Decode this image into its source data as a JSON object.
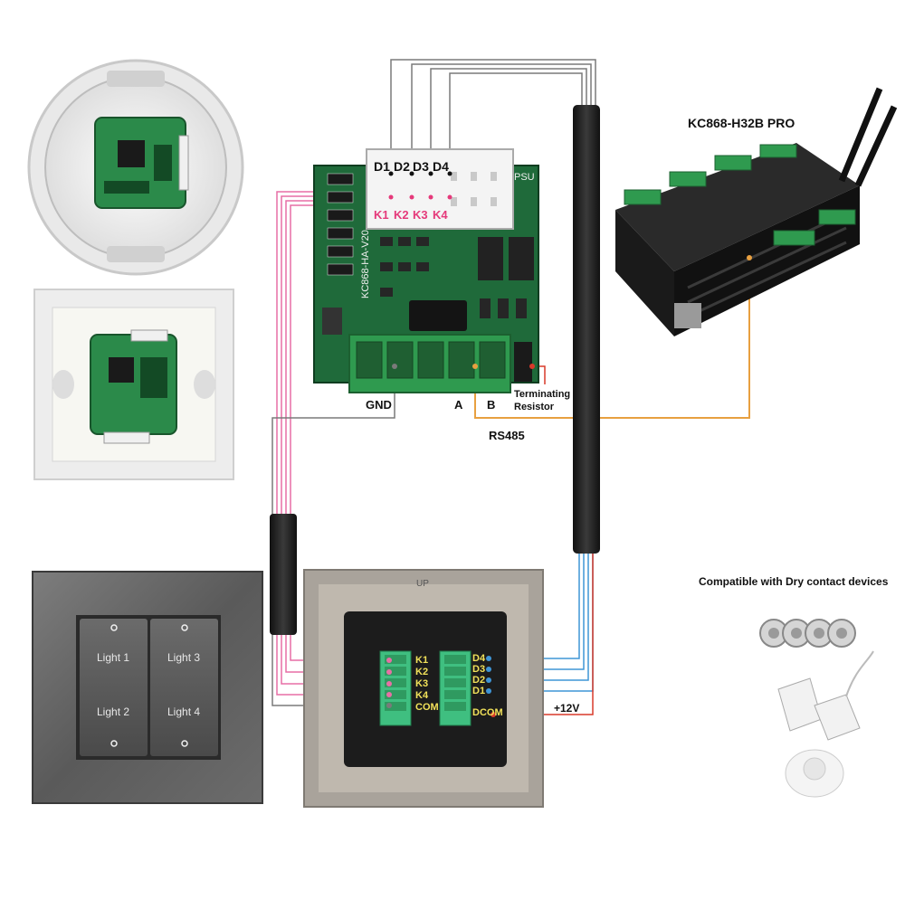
{
  "pcb": {
    "top_terminals": [
      "D1",
      "D2",
      "D3",
      "D4"
    ],
    "key_labels": [
      "K1",
      "K2",
      "K3",
      "K4"
    ],
    "psu_label": "PSU",
    "board_model": "KC868-HA-V20",
    "terminal_labels": {
      "gnd": "GND",
      "a": "A",
      "b": "B"
    },
    "rs485_label": "RS485",
    "terminating_resistor": [
      "Terminating",
      "Resistor"
    ]
  },
  "controller": {
    "title": "KC868-H32B PRO"
  },
  "wall_switch": {
    "buttons": [
      "Light 1",
      "Light 3",
      "Light 2",
      "Light 4"
    ]
  },
  "back_panel": {
    "left_pins": [
      "K1",
      "K2",
      "K3",
      "K4",
      "COM"
    ],
    "right_pins": [
      "D4",
      "D3",
      "D2",
      "D1",
      "DCOM"
    ],
    "power_label": "+12V",
    "up_label": "UP"
  },
  "dry_contact": {
    "caption": "Compatible with Dry contact devices"
  },
  "colors": {
    "pink_wire": "#e76fa5",
    "blue_wire": "#3f95d6",
    "orange_wire": "#e8a040",
    "red_wire": "#d93a2a",
    "gray_wire": "#7a7a7a",
    "pcb_green": "#1f6a3a",
    "terminal_green": "#2f9a4f"
  }
}
